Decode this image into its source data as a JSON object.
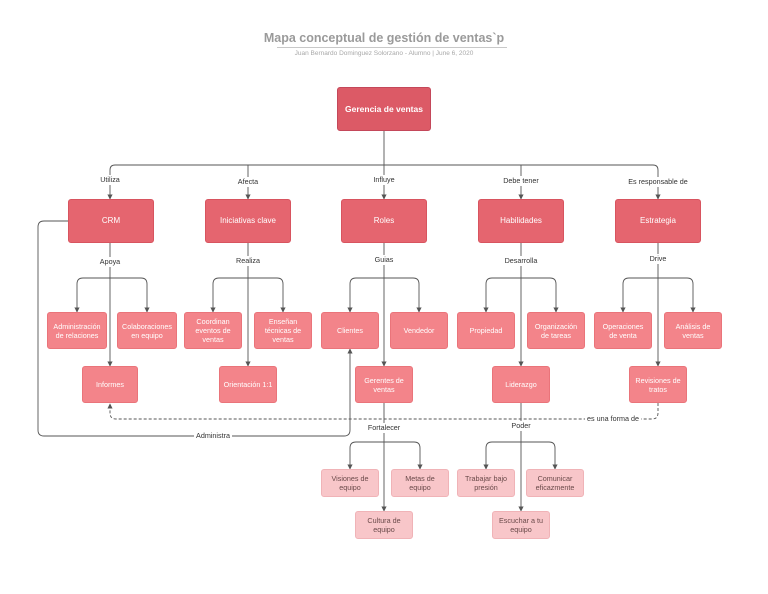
{
  "header": {
    "title": "Mapa conceptual de gestión de ventas`p",
    "subtitle": "Juan Bernardo Dominguez Solorzano - Alumno | June 6, 2020"
  },
  "colors": {
    "root": "#dc5a66",
    "level1": "#e5656f",
    "level2": "#f3848a",
    "level3": "#f8c6c9",
    "connector": "#555555"
  },
  "nodes": {
    "root": "Gerencia de ventas",
    "crm": "CRM",
    "iniciativas": "Iniciativas clave",
    "roles": "Roles",
    "habilidades": "Habilidades",
    "estrategia": "Estrategia",
    "admin_relaciones": "Administración de relaciones",
    "colaboraciones": "Colaboraciones en equipo",
    "informes": "Informes",
    "coordinan": "Coordinan eventos de ventas",
    "ensenan": "Enseñan técnicas de ventas",
    "orientacion": "Orientación 1:1",
    "clientes": "Clientes",
    "vendedor": "Vendedor",
    "gerentes": "Gerentes de ventas",
    "propiedad": "Propiedad",
    "organizacion": "Organización de tareas",
    "liderazgo": "Liderazgo",
    "operaciones": "Operaciones de venta",
    "analisis": "Análisis de ventas",
    "revisiones": "Revisiones de tratos",
    "visiones": "Visiones de equipo",
    "metas": "Metas de equipo",
    "cultura": "Cultura de equipo",
    "trabajar": "Trabajar bajo presión",
    "comunicar": "Comunicar eficazmente",
    "escuchar": "Escuchar a tu equipo"
  },
  "labels": {
    "utiliza": "Utiliza",
    "afecta": "Afecta",
    "influye": "Influye",
    "debe_tener": "Debe tener",
    "es_responsable": "Es responsable de",
    "apoya": "Apoya",
    "realiza": "Realiza",
    "guias": "Guias",
    "desarrolla": "Desarrolla",
    "drive": "Drive",
    "fortalecer": "Fortalecer",
    "poder": "Poder",
    "administra": "Administra",
    "es_una_forma": "es una forma de"
  }
}
